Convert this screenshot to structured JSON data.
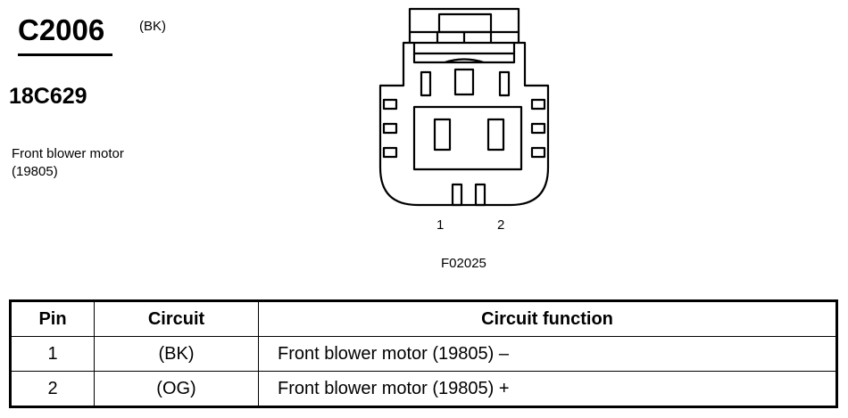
{
  "connector": {
    "id": "C2006",
    "color": "(BK)",
    "part_number": "18C629",
    "description_line1": "Front blower motor",
    "description_line2": "(19805)"
  },
  "figure": {
    "pin_labels": [
      "1",
      "2"
    ],
    "code": "F02025"
  },
  "table": {
    "headers": [
      "Pin",
      "Circuit",
      "Circuit function"
    ],
    "rows": [
      [
        "1",
        "(BK)",
        "Front blower motor (19805) –"
      ],
      [
        "2",
        "(OG)",
        "Front blower motor (19805) +"
      ]
    ]
  }
}
